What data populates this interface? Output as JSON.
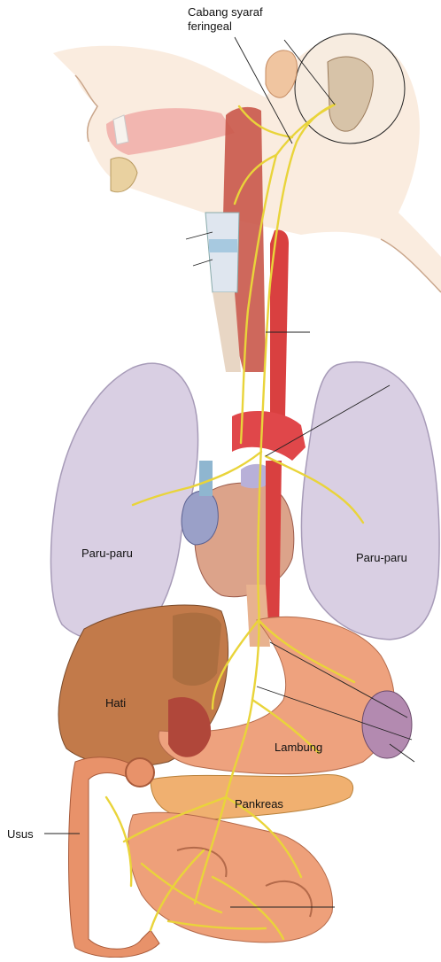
{
  "labels": {
    "pharyngeal_branch": "Cabang syaraf\nferingeal",
    "pharyngeal_line1": "Cabang syaraf",
    "pharyngeal_line2": "feringeal",
    "lung_left": "Paru-paru",
    "lung_right": "Paru-paru",
    "liver": "Hati",
    "stomach": "Lambung",
    "pancreas": "Pankreas",
    "intestine": "Usus"
  },
  "colors": {
    "nerve": "#e9d43a",
    "lung": "#d9cfe3",
    "heart": "#c98a8a",
    "artery": "#d94040",
    "liver": "#c27a4a",
    "stomach": "#eea27e",
    "pancreas": "#f0b070",
    "intestine": "#e8926a",
    "skin": "#f6dcc4",
    "muscle": "#c9584a"
  }
}
